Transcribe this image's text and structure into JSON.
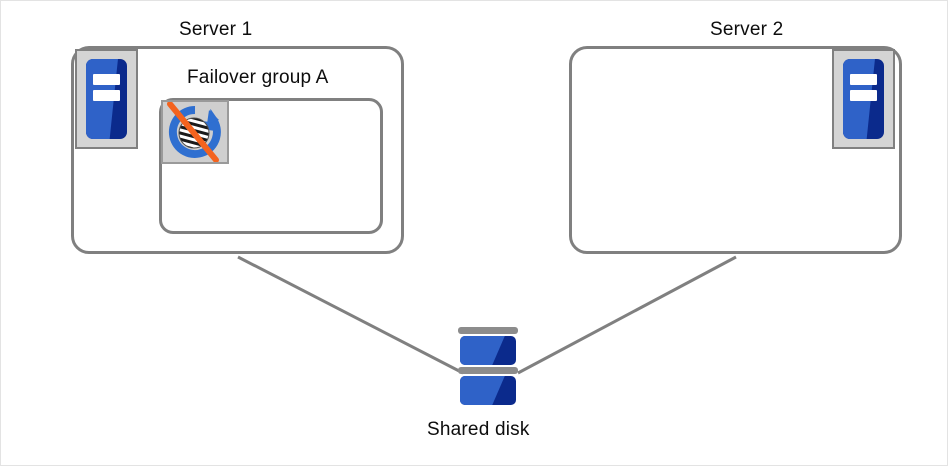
{
  "diagram": {
    "title_server1": "Server 1",
    "title_server2": "Server 2",
    "group_label": "Failover group A",
    "disk_label": "Shared disk",
    "colors": {
      "outline": "#808080",
      "icon_blue_light": "#2f62c8",
      "icon_blue_dark": "#0b2a8c",
      "icon_bg_gray": "#d4d4d4",
      "resource_bg_gray": "#cfcfcf",
      "strike_orange": "#f4631e",
      "connector_gray": "#808080",
      "disk_cap_gray": "#8c8c8c",
      "text": "#0d0d0d",
      "canvas_border": "#e3e3e3"
    },
    "nodes": {
      "server1": {
        "name": "Server 1",
        "icon": "server-icon",
        "group": {
          "name": "Failover group A",
          "resource": {
            "icon": "resource-disabled-icon",
            "state": "disabled"
          }
        }
      },
      "server2": {
        "name": "Server 2",
        "icon": "server-icon",
        "group": null
      },
      "shared_disk": {
        "name": "Shared disk",
        "icon": "disk-icon"
      }
    },
    "connections": [
      {
        "from": "Server 1",
        "to": "Shared disk"
      },
      {
        "from": "Server 2",
        "to": "Shared disk"
      }
    ]
  }
}
